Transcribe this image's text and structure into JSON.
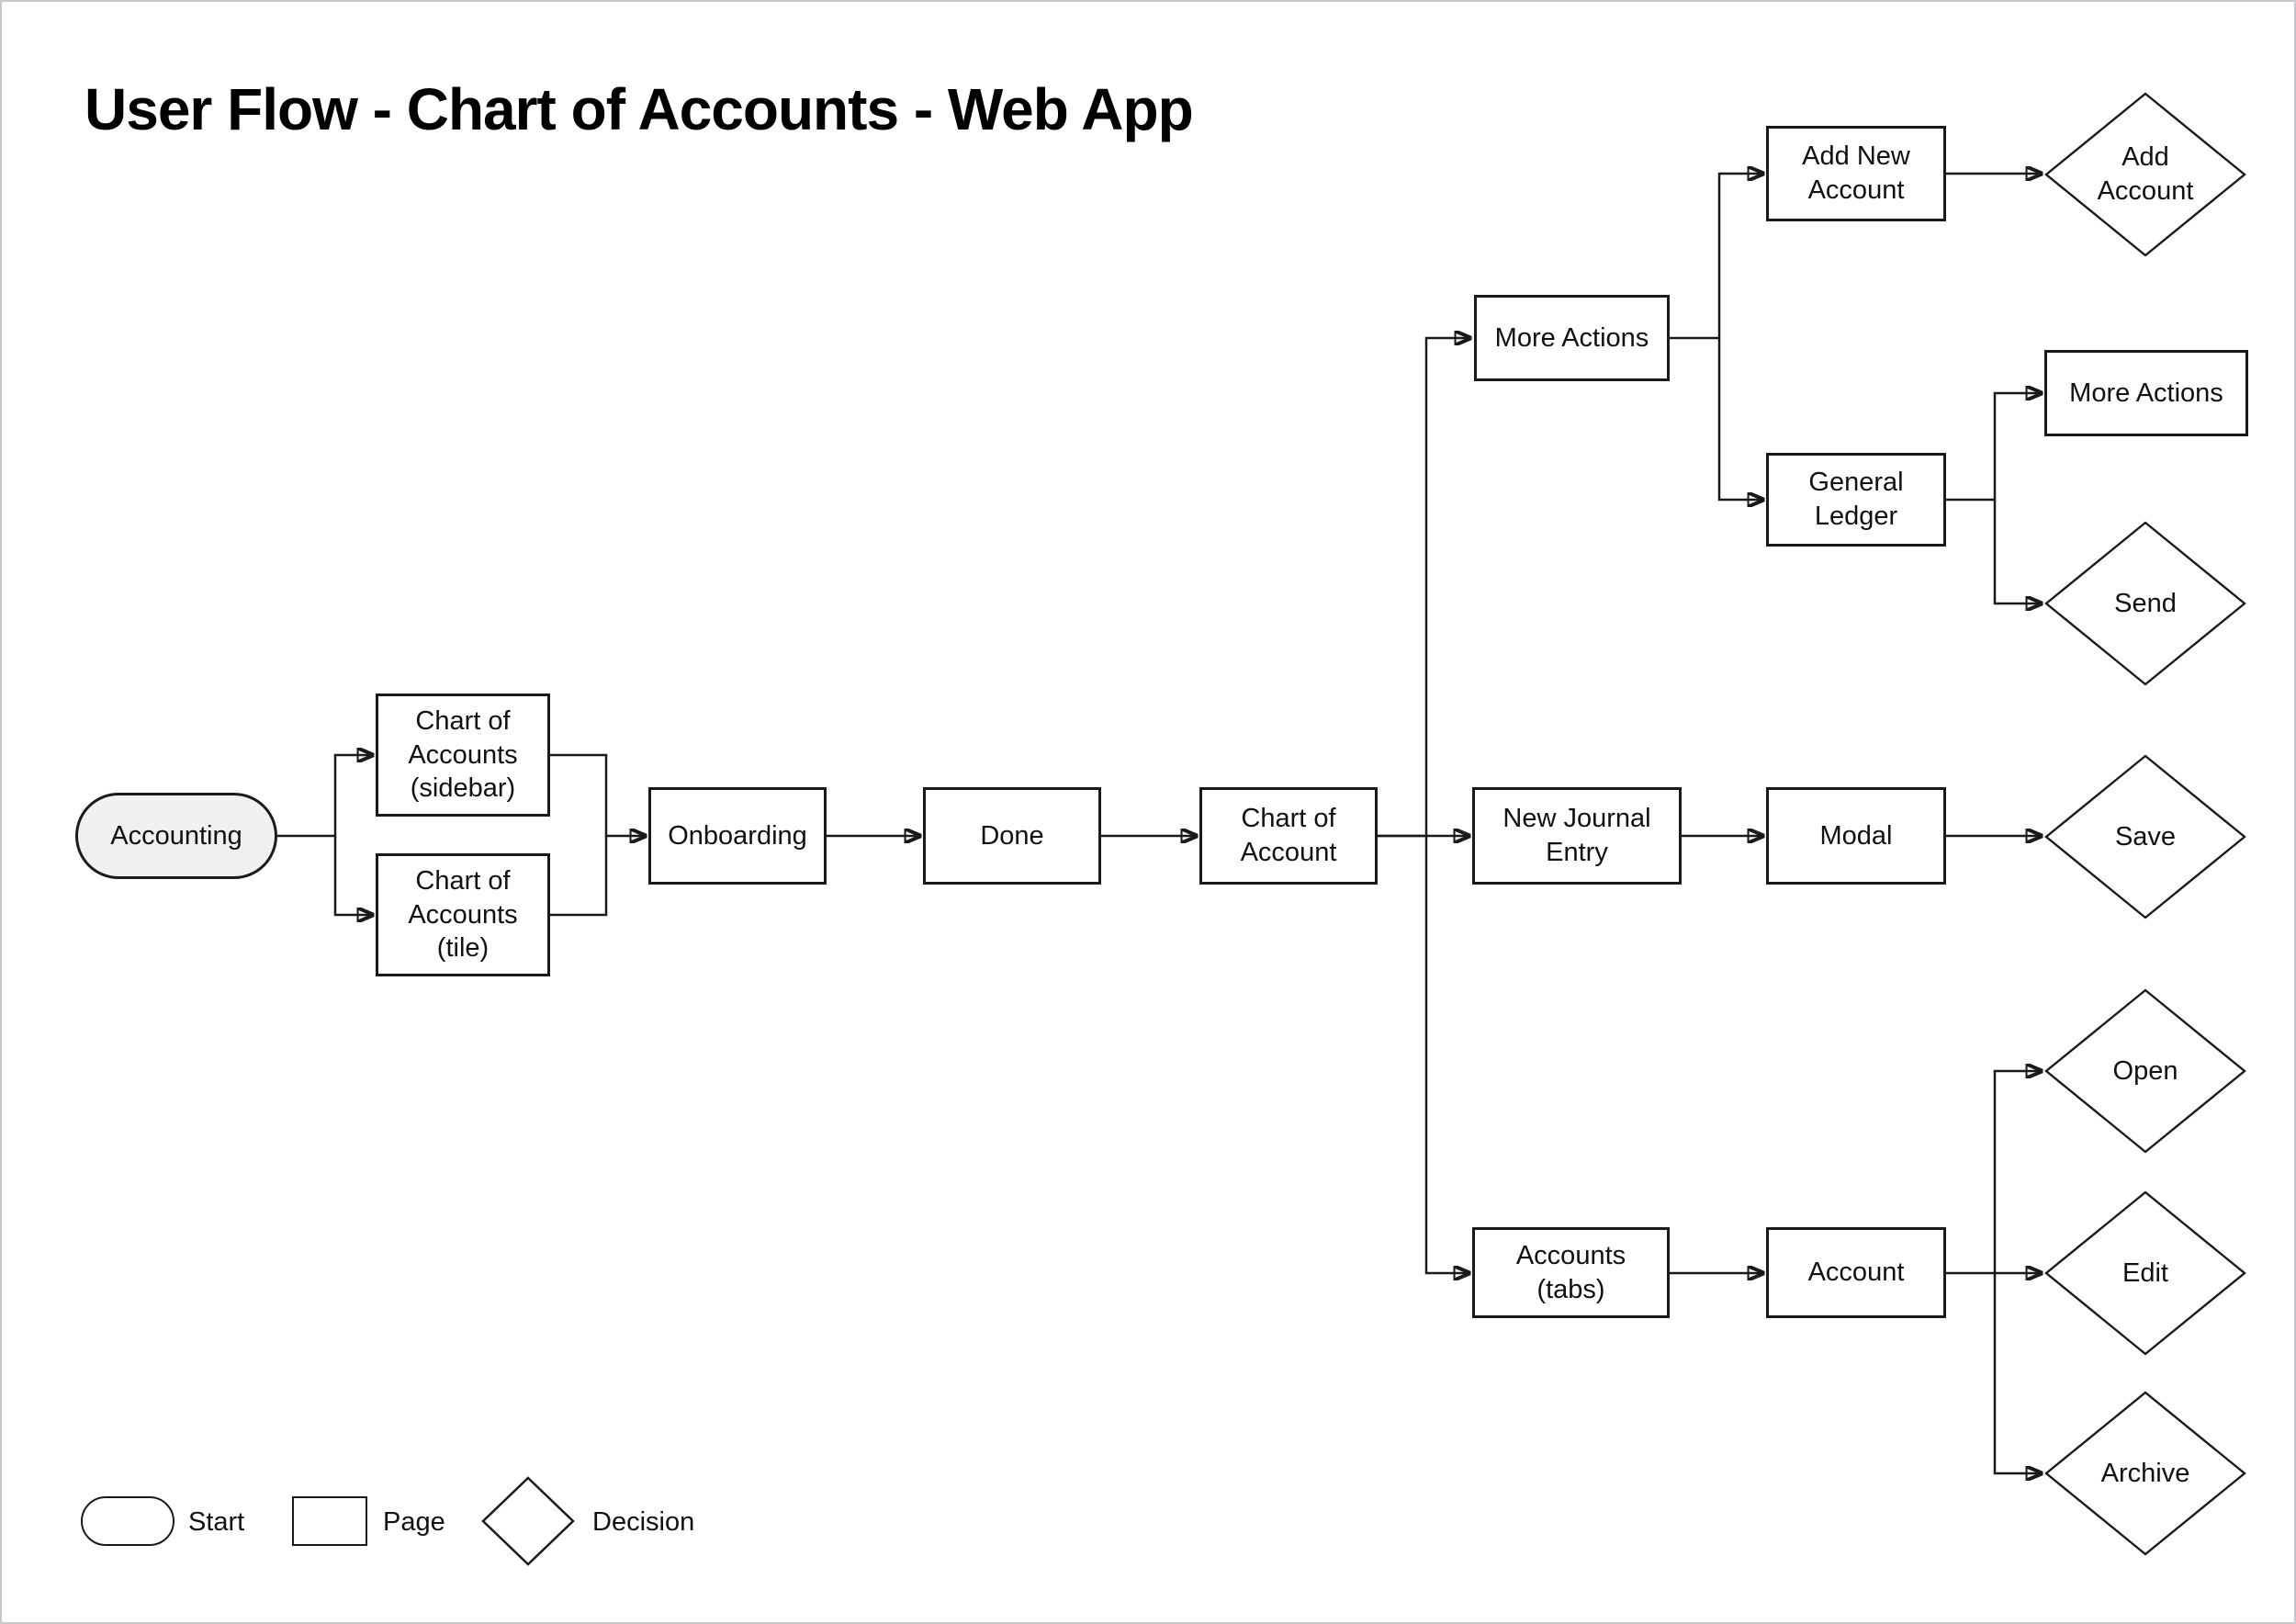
{
  "title": "User Flow - Chart of Accounts - Web App",
  "nodes": {
    "accounting": {
      "label": "Accounting",
      "type": "start"
    },
    "coa_sidebar": {
      "label": "Chart of\nAccounts\n(sidebar)",
      "type": "page"
    },
    "coa_tile": {
      "label": "Chart of\nAccounts\n(tile)",
      "type": "page"
    },
    "onboarding": {
      "label": "Onboarding",
      "type": "page"
    },
    "done": {
      "label": "Done",
      "type": "page"
    },
    "chart_of_account": {
      "label": "Chart of\nAccount",
      "type": "page"
    },
    "more_actions": {
      "label": "More Actions",
      "type": "page"
    },
    "add_new_account": {
      "label": "Add New\nAccount",
      "type": "page"
    },
    "add_account": {
      "label": "Add\nAccount",
      "type": "decision"
    },
    "general_ledger": {
      "label": "General\nLedger",
      "type": "page"
    },
    "more_actions_2": {
      "label": "More Actions",
      "type": "page"
    },
    "send": {
      "label": "Send",
      "type": "decision"
    },
    "new_journal_entry": {
      "label": "New Journal\nEntry",
      "type": "page"
    },
    "modal": {
      "label": "Modal",
      "type": "page"
    },
    "save": {
      "label": "Save",
      "type": "decision"
    },
    "accounts_tabs": {
      "label": "Accounts\n(tabs)",
      "type": "page"
    },
    "account": {
      "label": "Account",
      "type": "page"
    },
    "open": {
      "label": "Open",
      "type": "decision"
    },
    "edit": {
      "label": "Edit",
      "type": "decision"
    },
    "archive": {
      "label": "Archive",
      "type": "decision"
    }
  },
  "edges": [
    {
      "from": "accounting",
      "to": "coa_sidebar"
    },
    {
      "from": "accounting",
      "to": "coa_tile"
    },
    {
      "from": "coa_sidebar",
      "to": "onboarding"
    },
    {
      "from": "coa_tile",
      "to": "onboarding"
    },
    {
      "from": "onboarding",
      "to": "done"
    },
    {
      "from": "done",
      "to": "chart_of_account"
    },
    {
      "from": "chart_of_account",
      "to": "more_actions"
    },
    {
      "from": "chart_of_account",
      "to": "new_journal_entry"
    },
    {
      "from": "chart_of_account",
      "to": "accounts_tabs"
    },
    {
      "from": "more_actions",
      "to": "add_new_account"
    },
    {
      "from": "more_actions",
      "to": "general_ledger"
    },
    {
      "from": "add_new_account",
      "to": "add_account"
    },
    {
      "from": "general_ledger",
      "to": "more_actions_2"
    },
    {
      "from": "general_ledger",
      "to": "send"
    },
    {
      "from": "new_journal_entry",
      "to": "modal"
    },
    {
      "from": "modal",
      "to": "save"
    },
    {
      "from": "accounts_tabs",
      "to": "account"
    },
    {
      "from": "account",
      "to": "open"
    },
    {
      "from": "account",
      "to": "edit"
    },
    {
      "from": "account",
      "to": "archive"
    }
  ],
  "legend": {
    "start_label": "Start",
    "page_label": "Page",
    "decision_label": "Decision"
  },
  "colors": {
    "stroke": "#1a1a1a",
    "start_fill": "#f0f0f0",
    "node_fill": "#ffffff",
    "page_border": "#c6c7ca",
    "text": "#111111"
  }
}
